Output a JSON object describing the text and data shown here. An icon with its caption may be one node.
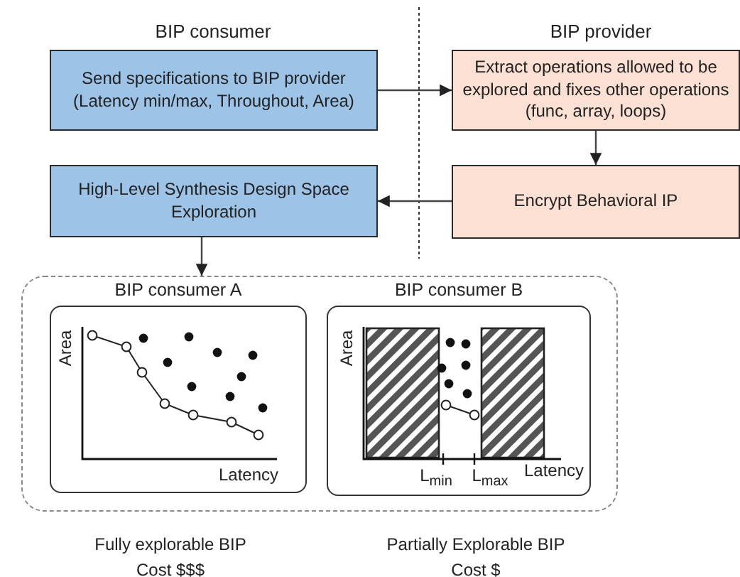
{
  "diagram": {
    "nodes": [
      {
        "text": [
          "Send specifications to BIP provider (Latency min/max, Throughout, Area)"
        ]
      },
      {
        "text": [
          "Extract operations allowed to be explored and fixes other operations (func, array, loops)"
        ]
      },
      {
        "text": [
          "Encrypt Behavioral IP"
        ]
      },
      {
        "text": [
          "High-Level Synthesis Design Space Exploration"
        ]
      },
      {
        "text": [],
        "shape": "box"
      },
      {
        "text": [
          "BIP consumer A"
        ],
        "in": 4
      },
      {
        "text": [
          "BIP consumer B"
        ],
        "in": 4
      }
    ],
    "edges": [
      {
        "from": 0,
        "to": 1,
        "arrow": "to"
      },
      {
        "from": 1,
        "to": 2,
        "arrow": "to"
      },
      {
        "from": 2,
        "to": 3,
        "arrow": "to"
      },
      {
        "from": 3,
        "to": 4,
        "arrow": "to"
      }
    ],
    "labels": [
      "BIP consumer",
      "BIP provider",
      "Area",
      "Latency",
      "Area",
      "L$_{min}$",
      "L$_{max}$",
      "Latency",
      "Fully explorable BIP",
      "Cost $$$",
      "Partially Explorable BIP",
      "Cost $"
    ]
  }
}
